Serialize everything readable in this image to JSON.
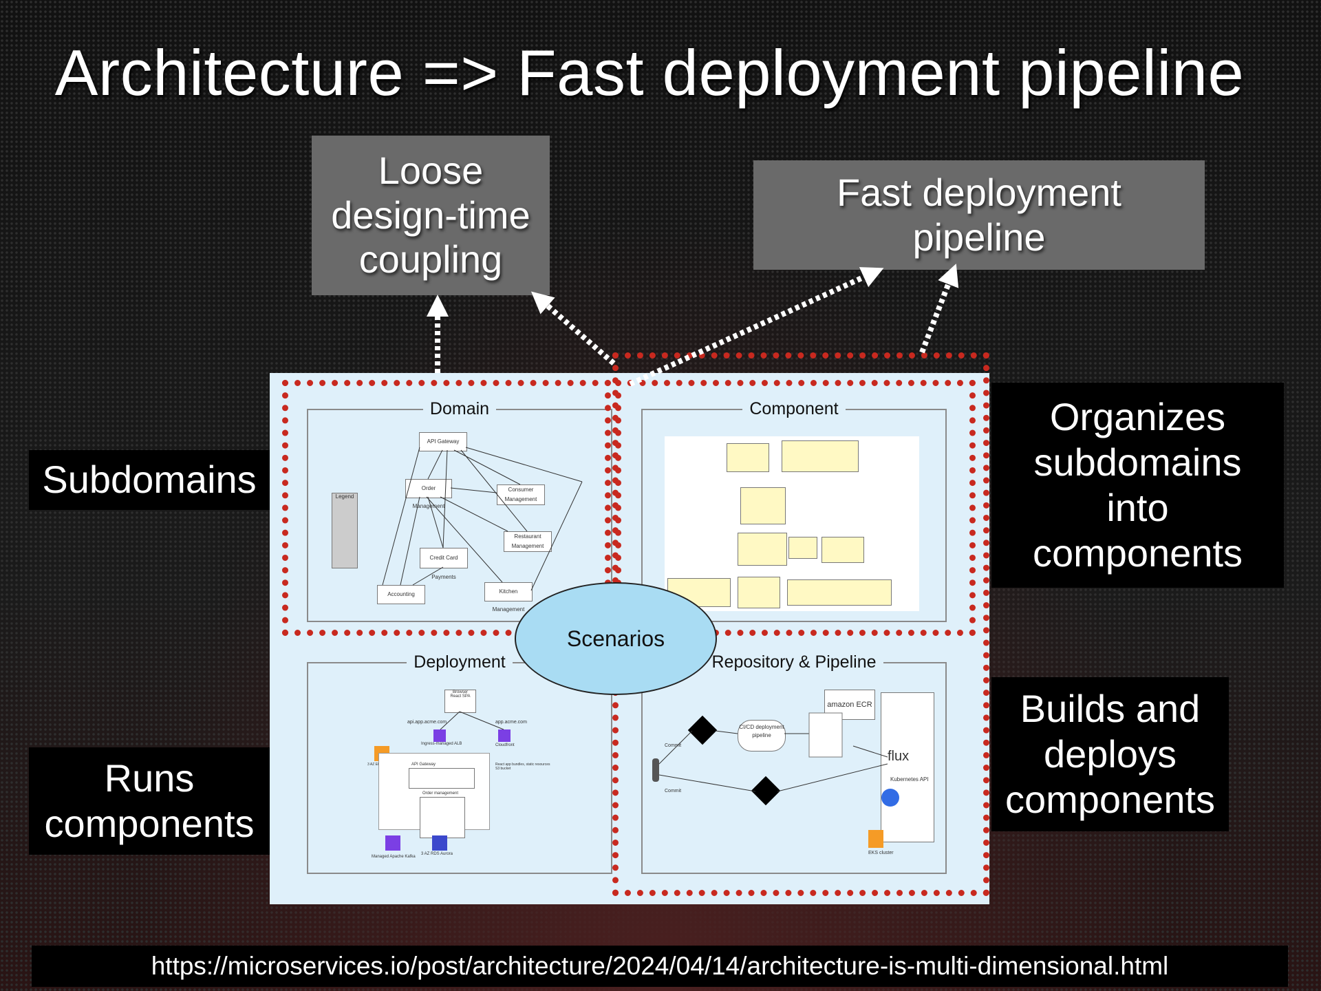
{
  "title": "Architecture => Fast deployment pipeline",
  "qualities": {
    "loose": "Loose\ndesign-time\ncoupling",
    "fast": "Fast deployment\npipeline"
  },
  "labels": {
    "subdomains": "Subdomains",
    "runs": "Runs\ncomponents",
    "organizes": "Organizes\nsubdomains\ninto\ncomponents",
    "builds": "Builds and\ndeploys\ncomponents"
  },
  "panels": {
    "domain": "Domain",
    "component": "Component",
    "deployment": "Deployment",
    "repository": "Repository & Pipeline",
    "scenarios": "Scenarios"
  },
  "domain_nodes": {
    "api_gateway": "API Gateway",
    "order_management": "Order Management",
    "consumer_management": "Consumer Management",
    "restaurant_management": "Restaurant Management",
    "credit_card_payments": "Credit Card Payments",
    "accounting": "Accounting",
    "kitchen_management": "Kitchen Management",
    "legend": "Legend"
  },
  "repo_labels": {
    "amazon_ecr": "amazon ECR",
    "flux": "flux",
    "cicd": "CI/CD deployment pipeline",
    "commit1": "Commit",
    "commit2": "Commit",
    "kubernetes_api": "Kubernetes API",
    "eks_cluster": "EKS cluster"
  },
  "deploy_labels": {
    "api_host": "api.app.acme.com",
    "app_host": "app.acme.com",
    "ingress": "Ingress-managed ALB",
    "cloudfront": "Cloudfront",
    "eks": "3 AZ EKS cluster",
    "api_gateway": "API Gateway",
    "order_mgmt": "Order management",
    "kafka": "Managed Apache Kafka",
    "rds": "3 AZ RDS Aurora",
    "react": "React SPA",
    "browser": "Browser",
    "s3": "React app bundles, static resources S3 bucket"
  },
  "footer_url": "https://microservices.io/post/architecture/2024/04/14/architecture-is-multi-dimensional.html",
  "colors": {
    "red_dash": "#c8291f",
    "diagram_bg": "#dff0fa",
    "scenario_fill": "#a9dcf3",
    "gray_box": "#6a6a6a"
  }
}
